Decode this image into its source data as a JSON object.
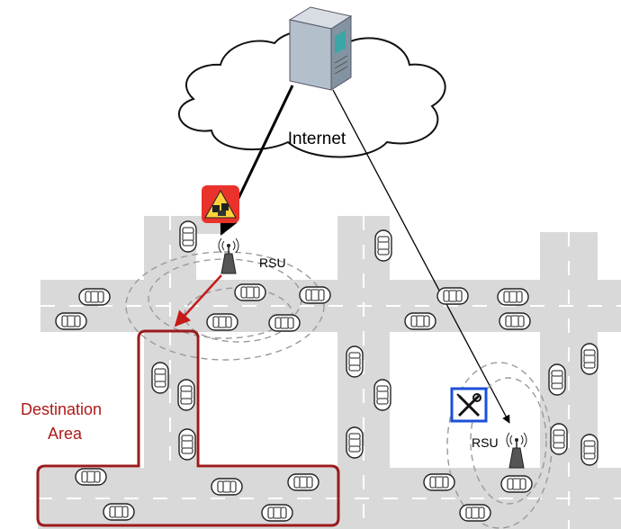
{
  "labels": {
    "internet": "Internet",
    "rsu_left": "RSU",
    "rsu_right": "RSU",
    "destination_line1": "Destination",
    "destination_line2": "Area"
  },
  "icons": {
    "server": "server-icon",
    "cloud": "cloud-icon",
    "traffic_warning": "traffic-jam-warning-icon",
    "restaurant": "restaurant-icon",
    "antenna": "antenna-icon",
    "car": "car-icon"
  },
  "colors": {
    "road": "#d9d9d9",
    "lane_marking": "#ffffff",
    "destination_outline": "#9b1b1b",
    "destination_text": "#b01818",
    "red_arrow": "#c41a1a",
    "range_circle": "#9a9a9a",
    "warning_bg": "#e8322b",
    "restaurant_border": "#1c4fd8",
    "server_body": "#9aa8b4"
  }
}
